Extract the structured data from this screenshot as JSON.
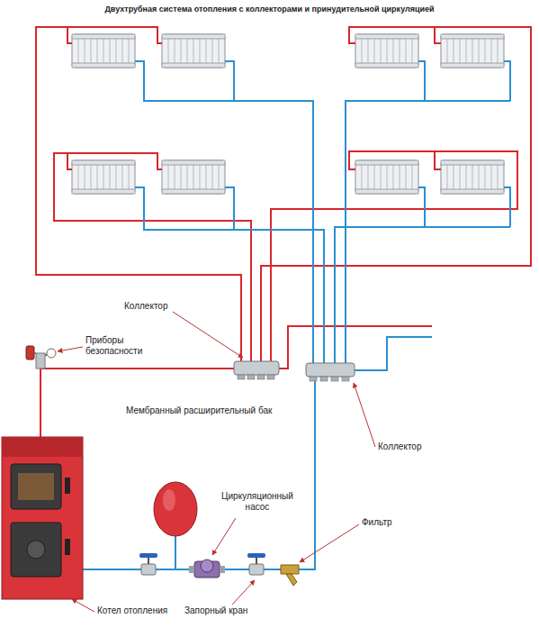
{
  "diagram": {
    "title": "Двухтрубная система отопления с коллекторами и принудительной циркуляцией",
    "labels": [
      "Коллектор",
      "Приборы безопасности",
      "Мембранный расширительный бак",
      "Коллектор",
      "Циркуляционный насос",
      "Фильтр",
      "Котел отопления",
      "Запорный кран"
    ]
  }
}
